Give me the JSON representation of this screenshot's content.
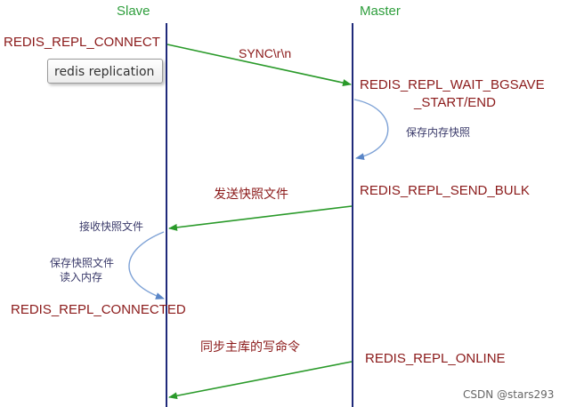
{
  "lanes": {
    "slave": "Slave",
    "master": "Master"
  },
  "states": {
    "repl_connect": "REDIS_REPL_CONNECT",
    "wait_bgsave_line1": "REDIS_REPL_WAIT_BGSAVE",
    "wait_bgsave_line2": "_START/END",
    "send_bulk": "REDIS_REPL_SEND_BULK",
    "repl_connected": "REDIS_REPL_CONNECTED",
    "repl_online": "REDIS_REPL_ONLINE"
  },
  "messages": {
    "sync": "SYNC\\r\\n",
    "send_snapshot": "发送快照文件",
    "sync_write_commands": "同步主库的写命令"
  },
  "notes": {
    "save_memory_snapshot": "保存内存快照",
    "receive_snapshot": "接收快照文件",
    "save_snapshot_line1": "保存快照文件",
    "save_snapshot_line2": "读入内存"
  },
  "tooltip": "redis replication",
  "watermark": "CSDN @stars293",
  "colors": {
    "lifeline": "#1f2a7a",
    "arrow": "#2a9a2a",
    "curve": "#7ea2d6",
    "lane_label": "#2e9e3c",
    "state_text": "#8b1a1a"
  }
}
